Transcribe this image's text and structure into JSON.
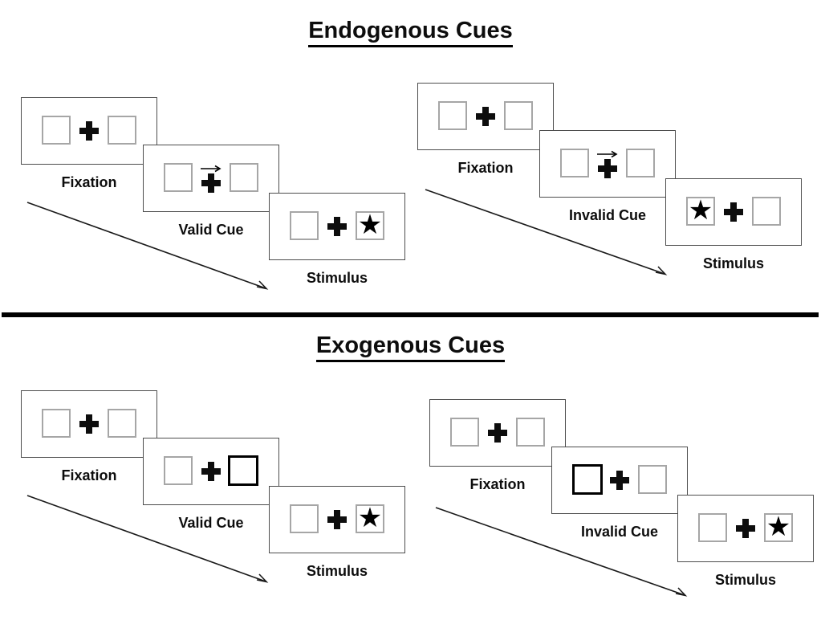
{
  "icons": {
    "fixation_cross": "plus",
    "cue_arrow": "right-arrow",
    "timeline_arrow": "diagonal-down-right-arrow"
  },
  "colors": {
    "panel_border": "#4d4d4d",
    "square_border": "#a6a6a6",
    "cue_square_border": "#000000",
    "ink": "#0d0d0d"
  },
  "sections": [
    {
      "title": "Endogenous Cues",
      "groups": [
        {
          "type": "valid",
          "panels": [
            {
              "label": "Fixation"
            },
            {
              "label": "Valid Cue"
            },
            {
              "label": "Stimulus",
              "star": "★"
            }
          ]
        },
        {
          "type": "invalid",
          "panels": [
            {
              "label": "Fixation"
            },
            {
              "label": "Invalid Cue"
            },
            {
              "label": "Stimulus",
              "star": "★"
            }
          ]
        }
      ]
    },
    {
      "title": "Exogenous Cues",
      "groups": [
        {
          "type": "valid",
          "panels": [
            {
              "label": "Fixation"
            },
            {
              "label": "Valid Cue"
            },
            {
              "label": "Stimulus",
              "star": "★"
            }
          ]
        },
        {
          "type": "invalid",
          "panels": [
            {
              "label": "Fixation"
            },
            {
              "label": "Invalid Cue"
            },
            {
              "label": "Stimulus",
              "star": "★"
            }
          ]
        }
      ]
    }
  ]
}
